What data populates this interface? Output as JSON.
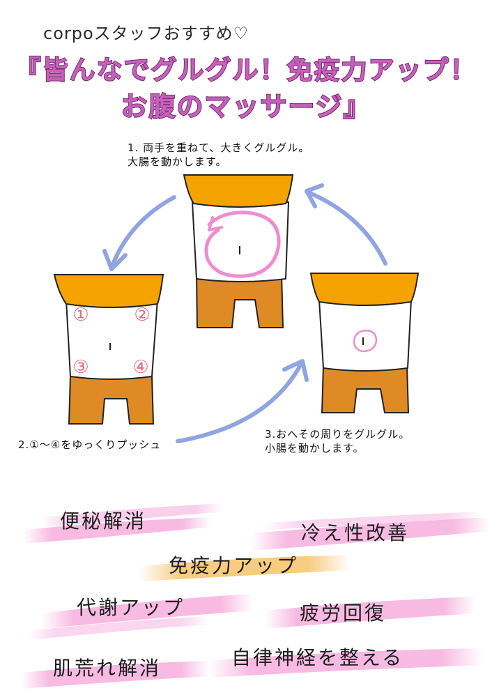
{
  "header": {
    "subtitle": "corpoスタッフおすすめ♡",
    "title_line1": "『皆んなでグルグル！免疫力アップ！",
    "title_line2": "お腹のマッサージ』"
  },
  "steps": {
    "step1_line1": "1. 両手を重ねて、大きくグルグル。",
    "step1_line2": "大腸を動かします。",
    "step2": "2.①〜④をゆっくりプッシュ",
    "step3_line1": "3.おへその周りをグルグル。",
    "step3_line2": "小腸を動かします。"
  },
  "markers": [
    "①",
    "②",
    "③",
    "④"
  ],
  "benefits": [
    {
      "label": "便秘解消",
      "highlight": "pink"
    },
    {
      "label": "冷え性改善",
      "highlight": "pink"
    },
    {
      "label": "免疫力アップ",
      "highlight": "orange"
    },
    {
      "label": "代謝アップ",
      "highlight": "pink"
    },
    {
      "label": "疲労回復",
      "highlight": "pink"
    },
    {
      "label": "肌荒れ解消",
      "highlight": "pink"
    },
    {
      "label": "自律神経を整える",
      "highlight": "pink"
    }
  ],
  "colors": {
    "title_fill": "#c561bb",
    "title_stroke": "#7a2a70",
    "shirt": "#f5a300",
    "pants": "#e08a26",
    "arrow": "#8fa4e0",
    "massage_circle": "#f08ccf",
    "highlight_pink": "#f7b3df",
    "highlight_orange": "#f8c97a"
  }
}
